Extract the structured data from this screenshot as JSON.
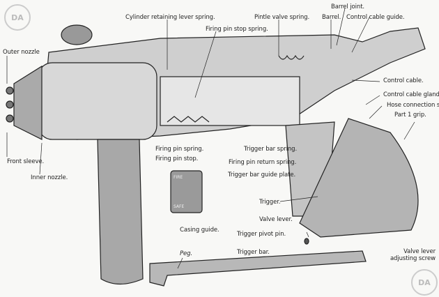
{
  "labels": {
    "cylinder_retaining_lever_spring": "Cylinder retaining lever spring.",
    "firing_pin_stop_spring": "Firing pin stop spring.",
    "pintle_valve_spring": "Pintle valve spring.",
    "barrel_joint": "Barrel joint.",
    "barrel": "Barrel.",
    "control_cable_guide": "Control cable guide.",
    "outer_nozzle": "Outer nozzle",
    "control_cable": "Control cable.",
    "control_cable_gland": "Control cable gland.",
    "hose_connection_seal": "Hose connection seal.",
    "part_1_grip": "Part 1 grip.",
    "front_sleeve": "Front sleeve.",
    "inner_nozzle": "Inner nozzle.",
    "firing_pin_spring": "Firing pin spring.",
    "firing_pin_stop": "Firing pin stop.",
    "trigger_bar_spring": "Trigger bar spring.",
    "firing_pin_return_spring": "Firing pin return spring.",
    "trigger_bar_guide_plate": "Trigger bar guide plate.",
    "trigger": "Trigger.",
    "valve_lever": "Valve lever.",
    "casing_guide": "Casing guide.",
    "trigger_pivot_pin": "Trigger pivot pin.",
    "valve_lever_adjusting_screw": "Valve lever adjusting screw",
    "peg": "Peg.",
    "trigger_bar": "Trigger bar."
  },
  "casing_guide_markings": {
    "fire": "FIRE",
    "safe": "SAFE"
  },
  "watermark": "DA"
}
